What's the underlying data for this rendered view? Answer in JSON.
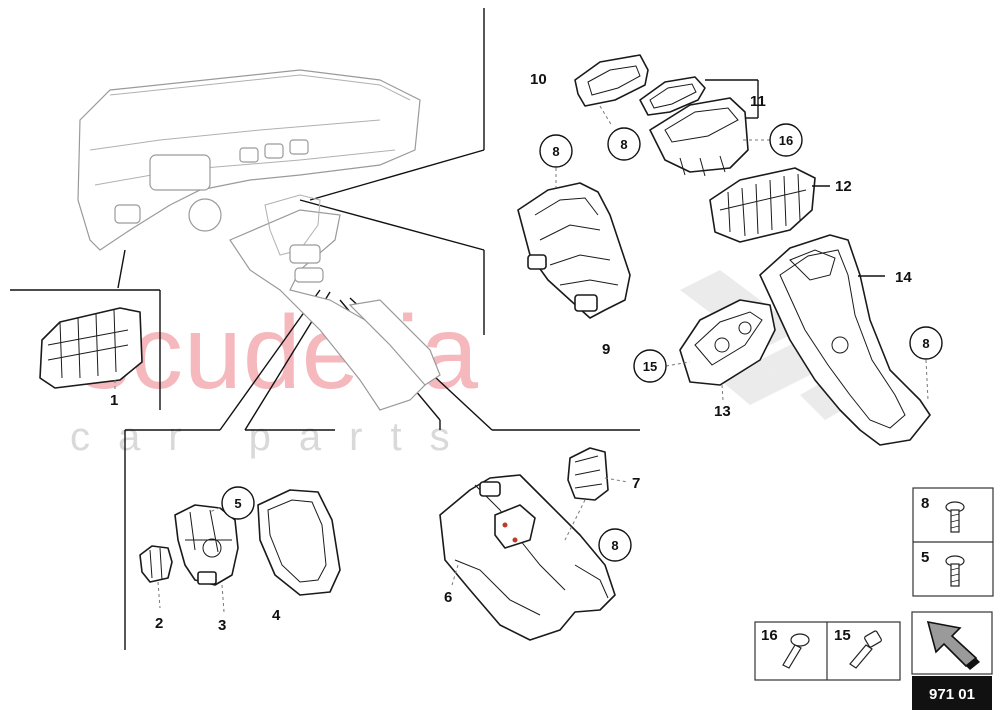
{
  "watermark": {
    "brand": "scuderia",
    "tagline": "car parts"
  },
  "callouts": [
    {
      "id": "1",
      "label": "1"
    },
    {
      "id": "2",
      "label": "2"
    },
    {
      "id": "3",
      "label": "3"
    },
    {
      "id": "4",
      "label": "4"
    },
    {
      "id": "6",
      "label": "6"
    },
    {
      "id": "7",
      "label": "7"
    },
    {
      "id": "9",
      "label": "9"
    },
    {
      "id": "10",
      "label": "10"
    },
    {
      "id": "11",
      "label": "11"
    },
    {
      "id": "12",
      "label": "12"
    },
    {
      "id": "13",
      "label": "13"
    },
    {
      "id": "14",
      "label": "14"
    }
  ],
  "circled_callouts": [
    {
      "id": "5",
      "label": "5"
    },
    {
      "id": "8a",
      "label": "8"
    },
    {
      "id": "8b",
      "label": "8"
    },
    {
      "id": "8c",
      "label": "8"
    },
    {
      "id": "8d",
      "label": "8"
    },
    {
      "id": "15",
      "label": "15"
    },
    {
      "id": "16",
      "label": "16"
    }
  ],
  "fastener_legend": {
    "right_box": [
      {
        "label": "8",
        "icon": "torx-screw-icon"
      },
      {
        "label": "5",
        "icon": "torx-screw-icon"
      }
    ],
    "bottom_box": [
      {
        "label": "16",
        "icon": "torx-screw-icon"
      },
      {
        "label": "15",
        "icon": "bolt-icon"
      }
    ]
  },
  "navigation": {
    "arrow_icon": "back-arrow-icon",
    "diagram_code": "971 01"
  }
}
